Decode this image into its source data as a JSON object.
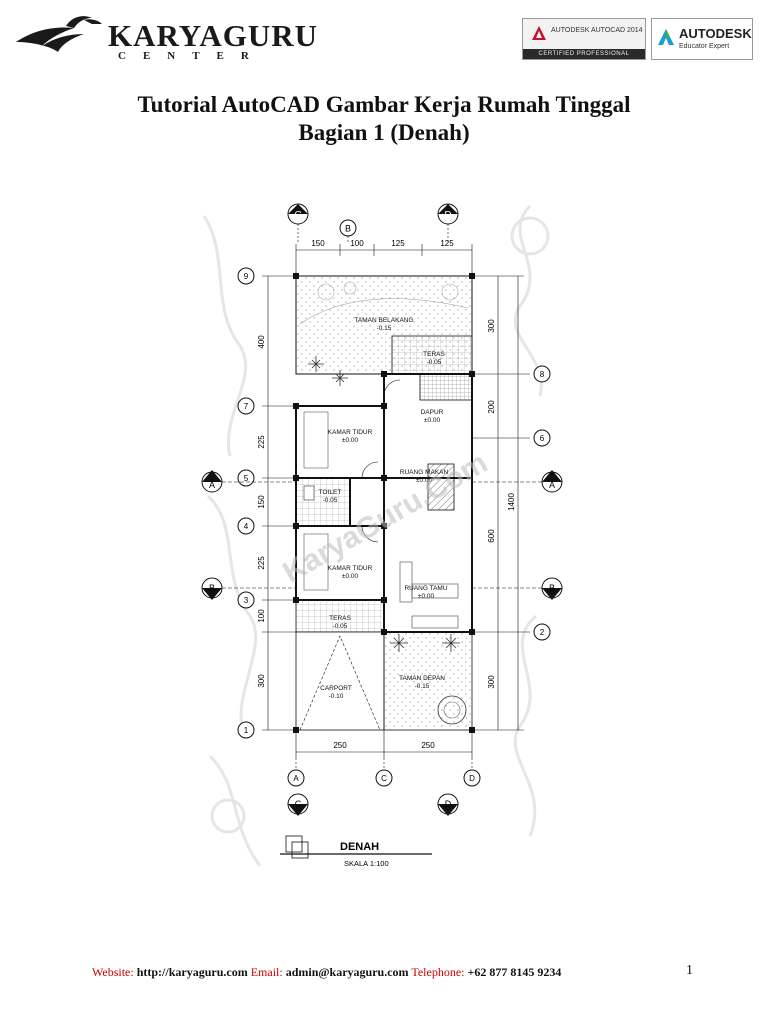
{
  "header": {
    "logo_name": "KARYAGURU",
    "logo_sub": "CENTER",
    "badge_autocad_title": "AUTODESK AUTOCAD 2014",
    "badge_autocad_sub": "CERTIFIED PROFESSIONAL",
    "badge_autodesk_title": "AUTODESK",
    "badge_autodesk_sub": "Educator Expert"
  },
  "title": {
    "line1": "Tutorial AutoCAD Gambar Kerja Rumah Tinggal",
    "line2": "Bagian 1 (Denah)"
  },
  "plan": {
    "grid_top": [
      "C",
      "B",
      "D"
    ],
    "grid_bottom": [
      "A",
      "C",
      "D"
    ],
    "section_bottom": [
      "C",
      "D"
    ],
    "dims_top": [
      "150",
      "100",
      "125",
      "125"
    ],
    "dims_bottom": [
      "250",
      "250"
    ],
    "grid_left": [
      "9",
      "7",
      "5",
      "4",
      "3",
      "1"
    ],
    "grid_right": [
      "8",
      "6",
      "2"
    ],
    "dims_left": [
      "400",
      "225",
      "150",
      "225",
      "100",
      "300"
    ],
    "dims_right": [
      "300",
      "200",
      "600",
      "300"
    ],
    "dim_total": "1400",
    "section_a": "A",
    "section_b": "B",
    "rooms": {
      "taman_belakang": "TAMAN BELAKANG",
      "taman_belakang_level": "-0.15",
      "teras_back": "TERAS",
      "teras_back_level": "-0.05",
      "dapur": "DAPUR",
      "dapur_level": "±0.00",
      "kamar_tidur_1": "KAMAR TIDUR",
      "kamar_tidur_1_level": "±0.00",
      "ruang_makan": "RUANG MAKAN",
      "ruang_makan_level": "±0.00",
      "toilet": "TOILET",
      "toilet_level": "-0.05",
      "kamar_tidur_2": "KAMAR TIDUR",
      "kamar_tidur_2_level": "±0.00",
      "ruang_tamu": "RUANG TAMU",
      "ruang_tamu_level": "±0.00",
      "teras_front": "TERAS",
      "teras_front_level": "-0.05",
      "carport": "CARPORT",
      "carport_level": "-0.10",
      "taman_depan": "TAMAN DEPAN",
      "taman_depan_level": "-0.15"
    },
    "watermark": "KaryaGuru.Com",
    "legend_title": "DENAH",
    "legend_scale": "SKALA 1:100"
  },
  "footer": {
    "website_label": "Website:",
    "website_value": "http://karyaguru.com",
    "email_label": "Email:",
    "email_value": "admin@karyaguru.com",
    "phone_label": "Telephone:",
    "phone_value": "+62 877 8145 9234",
    "page_number": "1"
  }
}
